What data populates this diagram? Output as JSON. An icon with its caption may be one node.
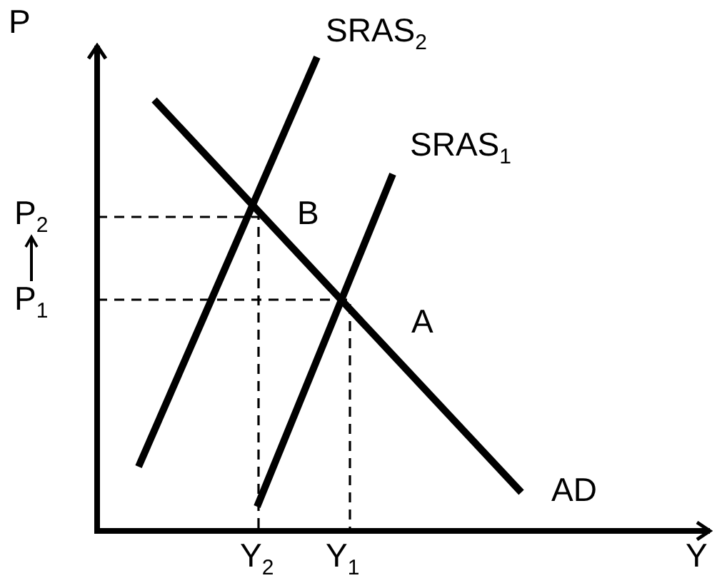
{
  "diagram": {
    "labels": [
      "P",
      "SRAS$_{2}$",
      "SRAS$_{1}$",
      "P$_{2}$",
      "B",
      "P$_{1}$",
      "A",
      "AD",
      "Y$_{2}$",
      "Y$_{1}$",
      "Y"
    ]
  }
}
